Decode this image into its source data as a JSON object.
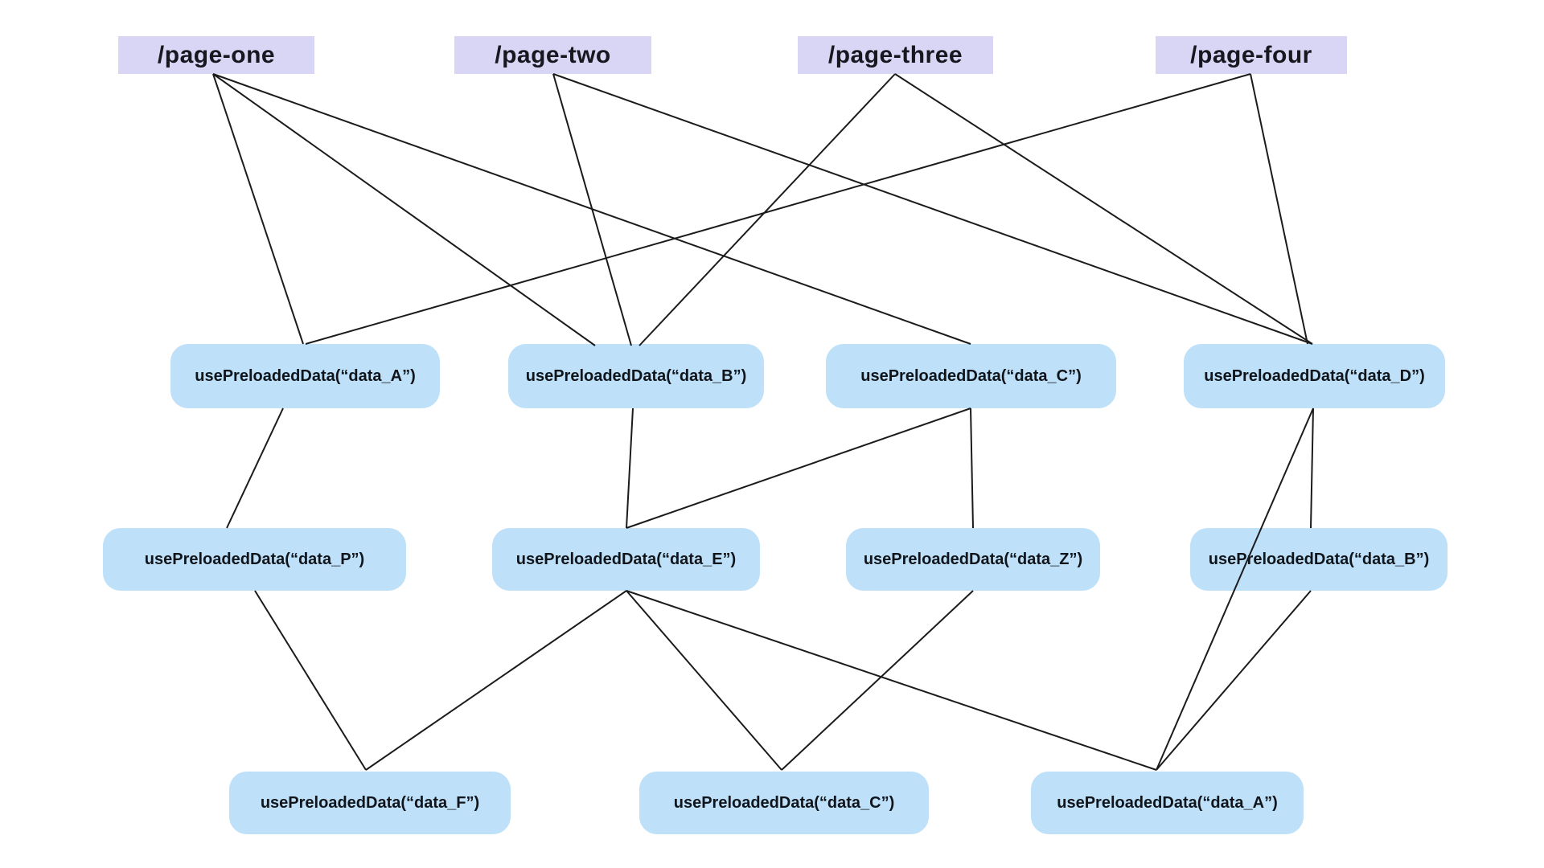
{
  "diagram": {
    "title": "page to usePreloadedData dependency graph",
    "background_color": "#ffffff",
    "edge_color": "#1b1b1b",
    "page_box_color": "#d9d6f5",
    "data_box_color": "#bee0f8",
    "text_color": "#17171f"
  },
  "nodes": [
    {
      "id": "page-one",
      "kind": "page",
      "label": "/page-one"
    },
    {
      "id": "page-two",
      "kind": "page",
      "label": "/page-two"
    },
    {
      "id": "page-three",
      "kind": "page",
      "label": "/page-three"
    },
    {
      "id": "page-four",
      "kind": "page",
      "label": "/page-four"
    },
    {
      "id": "r1-a",
      "kind": "data",
      "label": "usePreloadedData(“data_A”)"
    },
    {
      "id": "r1-b",
      "kind": "data",
      "label": "usePreloadedData(“data_B”)"
    },
    {
      "id": "r1-c",
      "kind": "data",
      "label": "usePreloadedData(“data_C”)"
    },
    {
      "id": "r1-d",
      "kind": "data",
      "label": "usePreloadedData(“data_D”)"
    },
    {
      "id": "r2-p",
      "kind": "data",
      "label": "usePreloadedData(“data_P”)"
    },
    {
      "id": "r2-e",
      "kind": "data",
      "label": "usePreloadedData(“data_E”)"
    },
    {
      "id": "r2-z",
      "kind": "data",
      "label": "usePreloadedData(“data_Z”)"
    },
    {
      "id": "r2-b",
      "kind": "data",
      "label": "usePreloadedData(“data_B”)"
    },
    {
      "id": "r3-f",
      "kind": "data",
      "label": "usePreloadedData(“data_F”)"
    },
    {
      "id": "r3-c",
      "kind": "data",
      "label": "usePreloadedData(“data_C”)"
    },
    {
      "id": "r3-a",
      "kind": "data",
      "label": "usePreloadedData(“data_A”)"
    }
  ],
  "edges": [
    {
      "from": "page-one",
      "to": "r1-a"
    },
    {
      "from": "page-one",
      "to": "r1-b"
    },
    {
      "from": "page-one",
      "to": "r1-c"
    },
    {
      "from": "page-two",
      "to": "r1-b"
    },
    {
      "from": "page-two",
      "to": "r1-d"
    },
    {
      "from": "page-three",
      "to": "r1-b"
    },
    {
      "from": "page-three",
      "to": "r1-d"
    },
    {
      "from": "page-four",
      "to": "r1-a"
    },
    {
      "from": "page-four",
      "to": "r1-d"
    },
    {
      "from": "r1-a",
      "to": "r2-p"
    },
    {
      "from": "r1-b",
      "to": "r2-e"
    },
    {
      "from": "r1-c",
      "to": "r2-e"
    },
    {
      "from": "r1-c",
      "to": "r2-z"
    },
    {
      "from": "r1-d",
      "to": "r2-b"
    },
    {
      "from": "r1-d",
      "to": "r3-a"
    },
    {
      "from": "r2-p",
      "to": "r3-f"
    },
    {
      "from": "r2-e",
      "to": "r3-f"
    },
    {
      "from": "r2-e",
      "to": "r3-c"
    },
    {
      "from": "r2-e",
      "to": "r3-a"
    },
    {
      "from": "r2-z",
      "to": "r3-c"
    },
    {
      "from": "r2-b",
      "to": "r3-a"
    }
  ]
}
